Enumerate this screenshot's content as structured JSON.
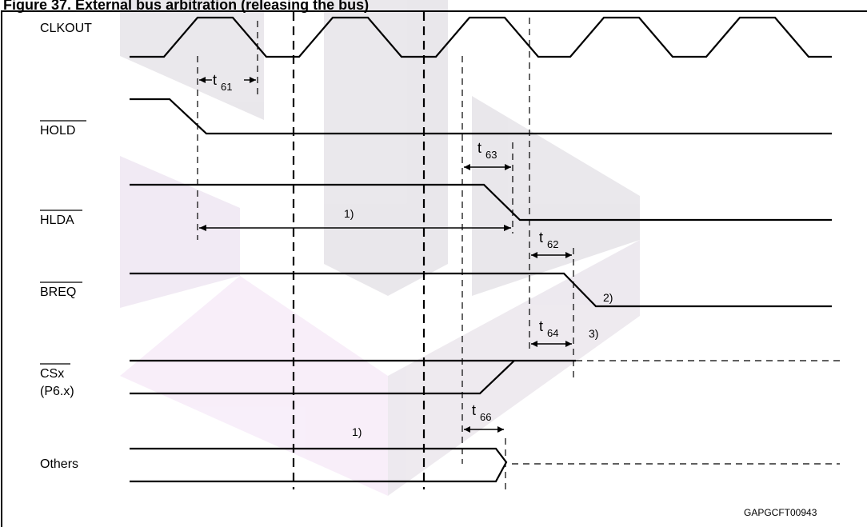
{
  "title": "Figure 37. External bus arbitration (releasing the bus)",
  "signals": [
    {
      "id": "clkout",
      "label": "CLKOUT"
    },
    {
      "id": "hold",
      "label": "HOLD"
    },
    {
      "id": "hlda",
      "label": "HLDA"
    },
    {
      "id": "breq",
      "label": "BREQ"
    },
    {
      "id": "csx",
      "label": "CSx",
      "sublabel": "(P6.x)"
    },
    {
      "id": "others",
      "label": "Others"
    }
  ],
  "timings": [
    {
      "id": "t61",
      "main": "t",
      "sub": "61"
    },
    {
      "id": "t63",
      "main": "t",
      "sub": "63"
    },
    {
      "id": "t62",
      "main": "t",
      "sub": "62"
    },
    {
      "id": "t64",
      "main": "t",
      "sub": "64"
    },
    {
      "id": "t66",
      "main": "t",
      "sub": "66"
    }
  ],
  "notes": {
    "note1_top": "1)",
    "note1_bottom": "1)",
    "note2": "2)",
    "note3": "3)"
  },
  "reference": "GAPGCFT00943",
  "colors": {
    "line": "#000000",
    "frame": "#000000",
    "watermark": "#b0a8b8"
  }
}
